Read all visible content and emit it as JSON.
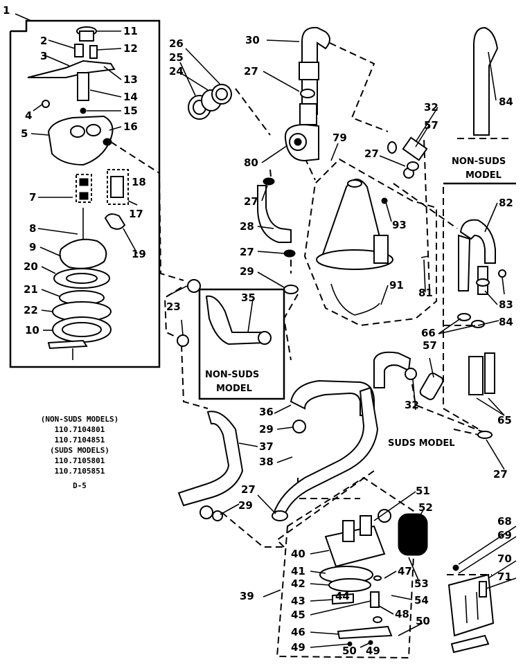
{
  "callouts": {
    "c1": "1",
    "c2": "2",
    "c3": "3",
    "c4": "4",
    "c5": "5",
    "c7": "7",
    "c8": "8",
    "c9": "9",
    "c10": "10",
    "c11": "11",
    "c12": "12",
    "c13": "13",
    "c14": "14",
    "c15": "15",
    "c16": "16",
    "c17": "17",
    "c18": "18",
    "c19": "19",
    "c20": "20",
    "c21": "21",
    "c22": "22",
    "c23": "23",
    "c24": "24",
    "c25": "25",
    "c26": "26",
    "c27a": "27",
    "c27b": "27",
    "c27c": "27",
    "c27d": "27",
    "c27e": "27",
    "c27f": "27",
    "c28": "28",
    "c29a": "29",
    "c29b": "29",
    "c29c": "29",
    "c30": "30",
    "c32a": "32",
    "c32b": "32",
    "c35": "35",
    "c36": "36",
    "c37": "37",
    "c38": "38",
    "c39": "39",
    "c40": "40",
    "c41": "41",
    "c42": "42",
    "c43": "43",
    "c44": "44",
    "c45": "45",
    "c46": "46",
    "c47": "47",
    "c48": "48",
    "c49a": "49",
    "c49b": "49",
    "c50a": "50",
    "c50b": "50",
    "c51": "51",
    "c52": "52",
    "c53": "53",
    "c54": "54",
    "c57a": "57",
    "c57b": "57",
    "c65": "65",
    "c66": "66",
    "c68": "68",
    "c69": "69",
    "c70": "70",
    "c71": "71",
    "c79": "79",
    "c80": "80",
    "c81": "81",
    "c82": "82",
    "c83": "83",
    "c84a": "84",
    "c84b": "84",
    "c91": "91",
    "c93": "93"
  },
  "captions": {
    "non_suds_top_l1": "NON-SUDS",
    "non_suds_top_l2": "MODEL",
    "non_suds_mid_l1": "NON-SUDS",
    "non_suds_mid_l2": "MODEL",
    "suds_model": "SUDS MODEL"
  },
  "model_list": {
    "line1": "(NON-SUDS MODELS)",
    "line2": "110.7104801",
    "line3": "110.7104851",
    "line4": "(SUDS  MODELS)",
    "line5": "110.7105801",
    "line6": "110.7105851",
    "line7": "D-5"
  }
}
